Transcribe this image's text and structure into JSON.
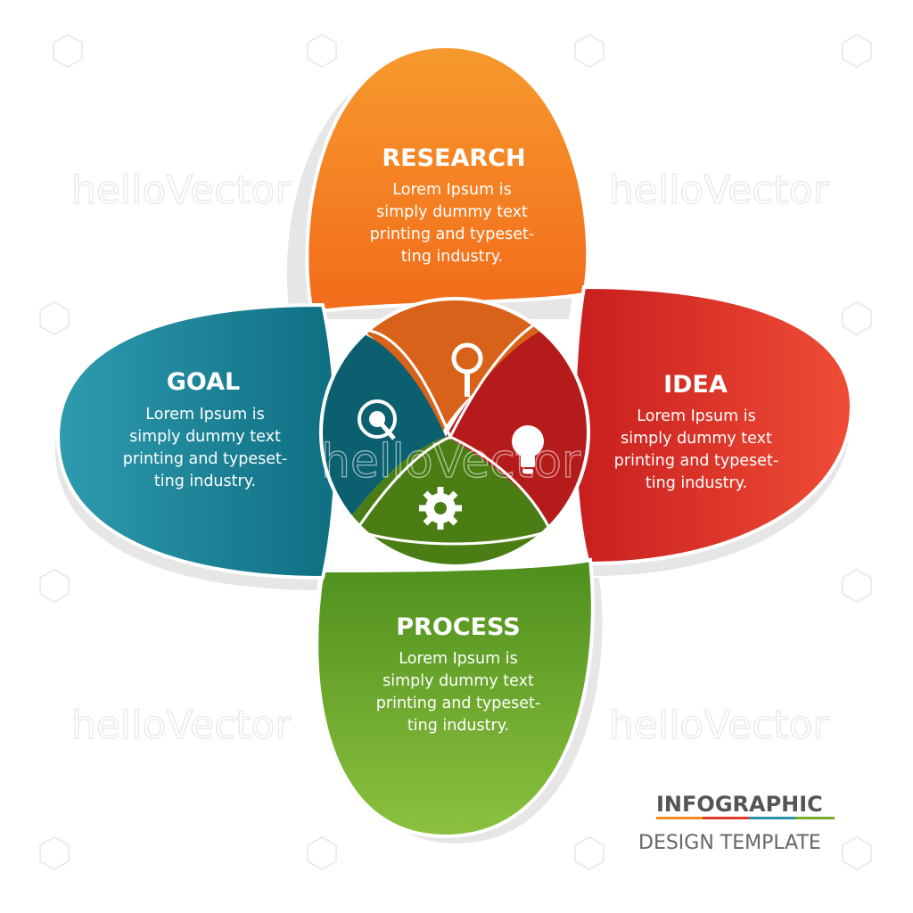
{
  "petals": {
    "research": {
      "title": "RESEARCH",
      "lines": [
        "Lorem Ipsum is",
        "simply dummy text",
        "printing and typeset-",
        "ting industry."
      ],
      "color_top": "#f79a2e",
      "color_bottom": "#f26b1a",
      "icon": "magnifier-icon"
    },
    "idea": {
      "title": "IDEA",
      "lines": [
        "Lorem Ipsum is",
        "simply dummy text",
        "printing and typeset-",
        "ting industry."
      ],
      "color_left": "#c81e1e",
      "color_right": "#ef4d36",
      "icon": "lightbulb-icon"
    },
    "process": {
      "title": "PROCESS",
      "lines": [
        "Lorem Ipsum is",
        "simply dummy text",
        "printing and typeset-",
        "ting industry."
      ],
      "color_top": "#4e8f1d",
      "color_bottom": "#8cc13f",
      "icon": "gear-icon"
    },
    "goal": {
      "title": "GOAL",
      "lines": [
        "Lorem Ipsum is",
        "simply dummy text",
        "printing and typeset-",
        "ting industry."
      ],
      "color_left": "#2e9aae",
      "color_right": "#0f6f83",
      "icon": "target-icon"
    }
  },
  "center": {
    "research_color": "#d9621a",
    "idea_color": "#b51b1b",
    "process_color": "#4a7e14",
    "goal_color": "#0c5f6e"
  },
  "brand": {
    "title": "INFOGRAPHIC",
    "subtitle": "DESIGN TEMPLATE",
    "underline_colors": [
      "#f08a24",
      "#e03a2a",
      "#2a93a8",
      "#72ad2c"
    ]
  },
  "watermark": {
    "text": "helloVector"
  }
}
